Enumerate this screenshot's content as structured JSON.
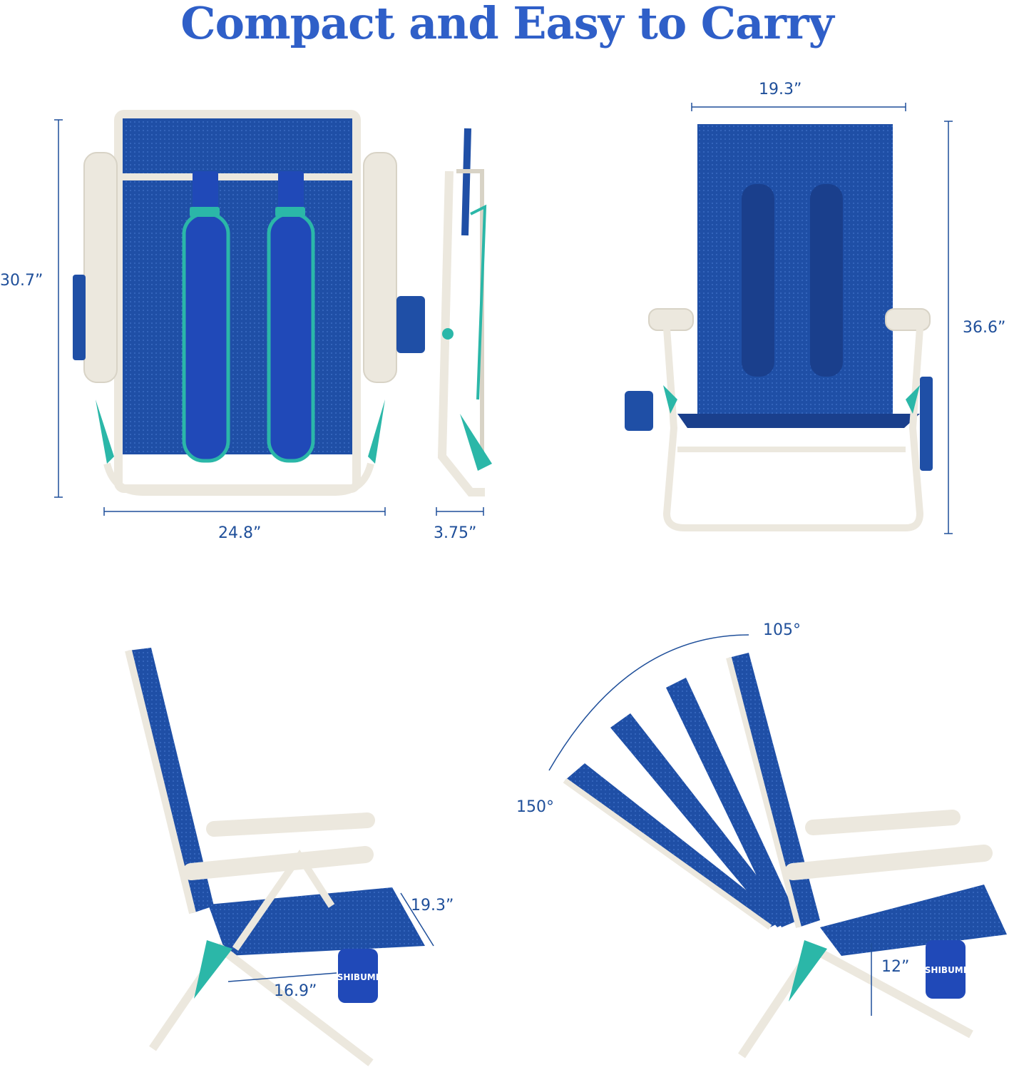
{
  "title": "Compact and Easy to Carry",
  "brand": "SHIBUMI",
  "dimensions": {
    "folded_height": "30.7”",
    "folded_width": "24.8”",
    "folded_depth": "3.75”",
    "open_width": "19.3”",
    "open_height": "36.6”",
    "seat_width": "19.3”",
    "seat_depth": "16.9”",
    "recline_min": "105°",
    "recline_max": "150°",
    "seat_height": "12”"
  },
  "colors": {
    "title": "#2f5fc8",
    "mesh": "#1f4fa6",
    "mesh_dark": "#1a3f8c",
    "frame": "#ece8de",
    "accent": "#2bb7a8",
    "dimension": "#1f4f9a"
  }
}
